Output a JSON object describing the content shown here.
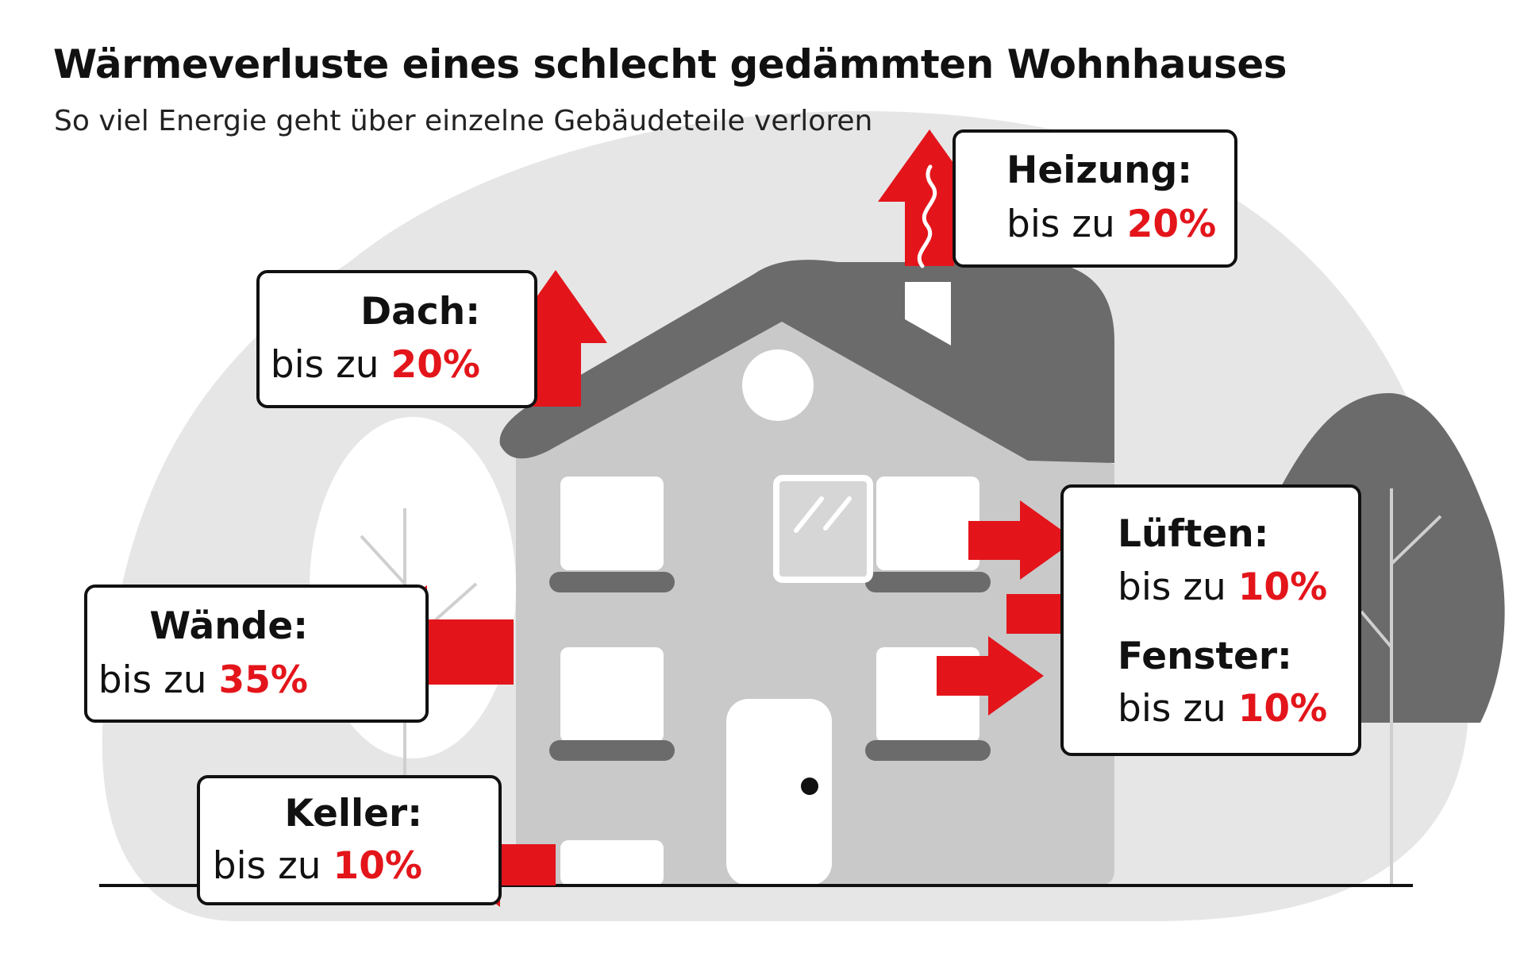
{
  "title": "Wärmeverluste eines schlecht gedämmten Wohnhauses",
  "subtitle": "So viel Energie geht über einzelne Gebäudeteile verloren",
  "colors": {
    "accent": "#e3151b",
    "dark_gray": "#6b6b6b",
    "light_gray": "#c9c9c9",
    "background_blob": "#e6e6e6"
  },
  "prefix": "bis zu",
  "labels": {
    "heizung": {
      "name": "Heizung:",
      "value": "20%"
    },
    "dach": {
      "name": "Dach:",
      "value": "20%"
    },
    "waende": {
      "name": "Wände:",
      "value": "35%"
    },
    "keller": {
      "name": "Keller:",
      "value": "10%"
    },
    "lueften": {
      "name": "Lüften:",
      "value": "10%"
    },
    "fenster": {
      "name": "Fenster:",
      "value": "10%"
    }
  }
}
